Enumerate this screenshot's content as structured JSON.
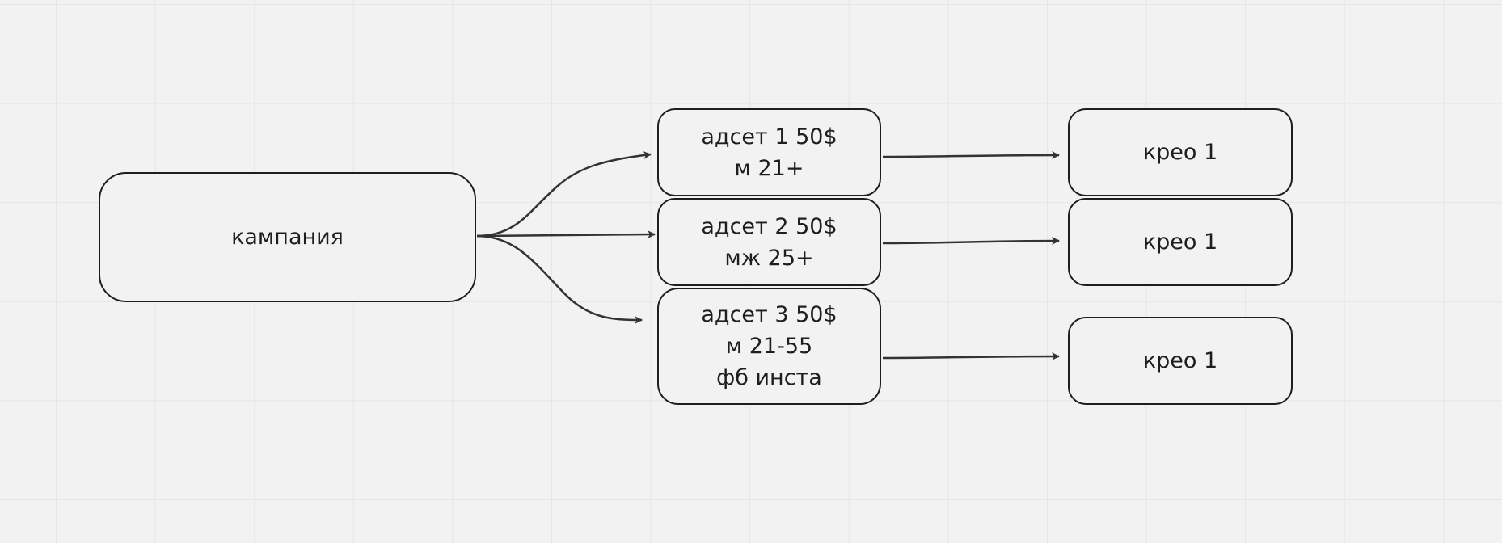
{
  "diagram": {
    "stroke_color": "#1e1e1e",
    "connector_color": "#333333",
    "background_color": "#f2f2f2",
    "grid_color": "#e6e6e6",
    "nodes": {
      "campaign": {
        "lines": [
          "кампания"
        ]
      },
      "adset1": {
        "lines": [
          "адсет 1 50$",
          "м 21+"
        ]
      },
      "adset2": {
        "lines": [
          "адсет 2 50$",
          "мж 25+"
        ]
      },
      "adset3": {
        "lines": [
          "адсет 3 50$",
          "м 21-55",
          "фб инста"
        ]
      },
      "creo1": {
        "lines": [
          "крео 1"
        ]
      },
      "creo2": {
        "lines": [
          "крео 1"
        ]
      },
      "creo3": {
        "lines": [
          "крео 1"
        ]
      }
    },
    "edges": [
      {
        "from": "campaign",
        "to": "adset1"
      },
      {
        "from": "campaign",
        "to": "adset2"
      },
      {
        "from": "campaign",
        "to": "adset3"
      },
      {
        "from": "adset1",
        "to": "creo1"
      },
      {
        "from": "adset2",
        "to": "creo2"
      },
      {
        "from": "adset3",
        "to": "creo3"
      }
    ]
  }
}
